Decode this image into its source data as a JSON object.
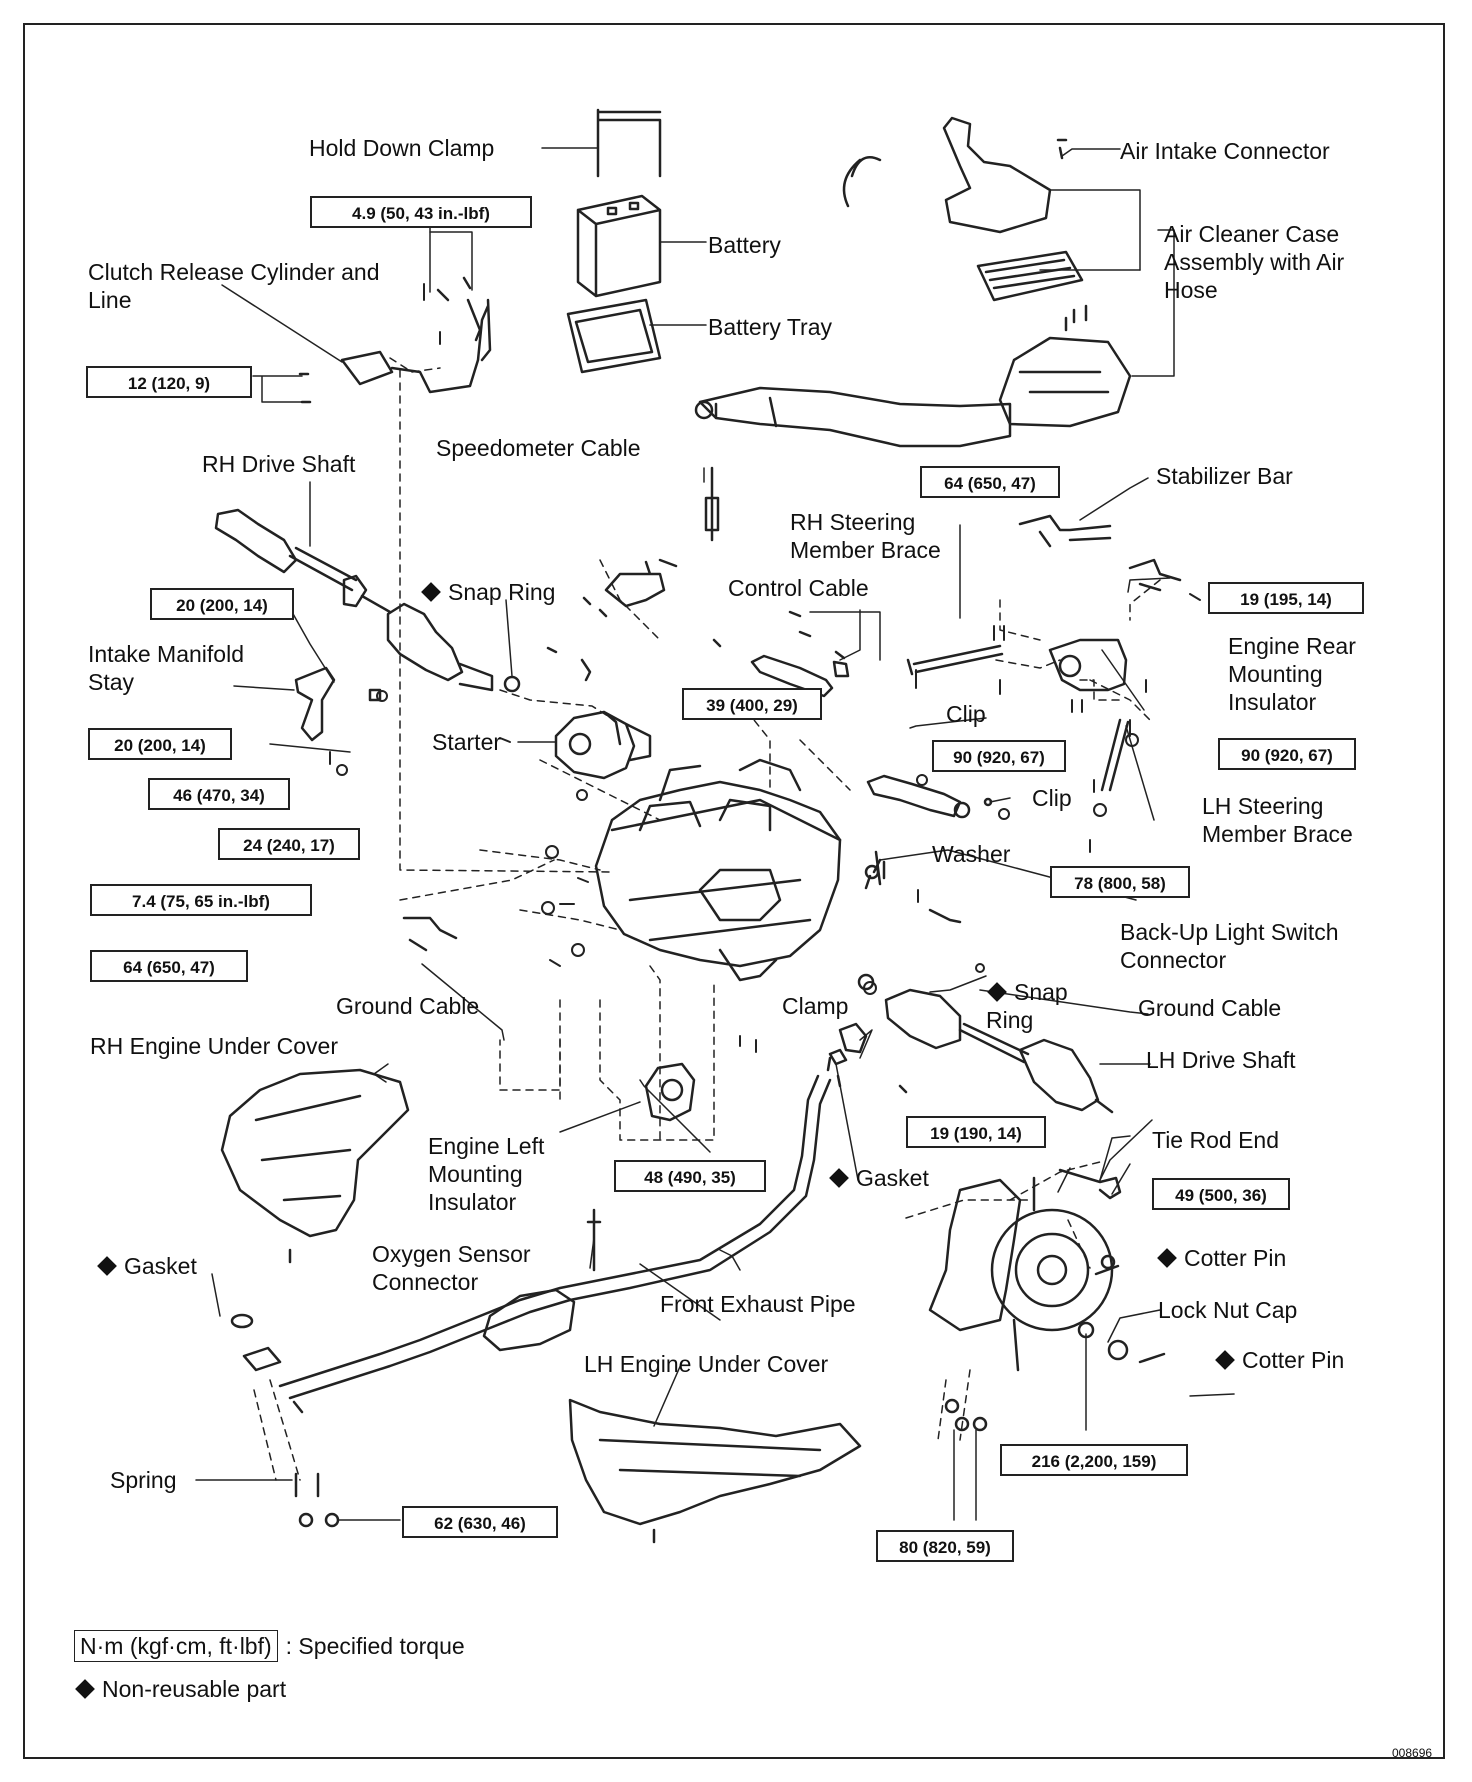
{
  "labels": {
    "hold_down_clamp": "Hold Down Clamp",
    "air_intake_connector": "Air Intake Connector",
    "battery": "Battery",
    "air_cleaner_case": "Air Cleaner Case Assembly with Air Hose",
    "clutch_release_cylinder": "Clutch Release Cylinder and Line",
    "battery_tray": "Battery Tray",
    "speedometer_cable": "Speedometer Cable",
    "rh_drive_shaft": "RH Drive Shaft",
    "stabilizer_bar": "Stabilizer Bar",
    "rh_steering_member_brace": "RH Steering Member Brace",
    "snap_ring_upper": "Snap Ring",
    "control_cable": "Control Cable",
    "intake_manifold_stay": "Intake Manifold Stay",
    "engine_rear_mounting_insulator": "Engine Rear Mounting Insulator",
    "clip_upper": "Clip",
    "starter": "Starter",
    "clip_lower": "Clip",
    "lh_steering_member_brace": "LH Steering Member Brace",
    "washer": "Washer",
    "backup_light_switch_connector": "Back-Up Light Switch Connector",
    "ground_cable_left": "Ground Cable",
    "snap_ring_lower": "Snap Ring",
    "ground_cable_right": "Ground Cable",
    "clamp": "Clamp",
    "rh_engine_under_cover": "RH Engine Under Cover",
    "lh_drive_shaft": "LH Drive Shaft",
    "engine_left_mounting_insulator": "Engine Left Mounting Insulator",
    "tie_rod_end": "Tie Rod End",
    "gasket_middle": "Gasket",
    "gasket_left": "Gasket",
    "oxygen_sensor_connector": "Oxygen Sensor Connector",
    "cotter_pin_upper": "Cotter Pin",
    "lock_nut_cap": "Lock Nut Cap",
    "front_exhaust_pipe": "Front Exhaust Pipe",
    "lh_engine_under_cover": "LH Engine Under Cover",
    "cotter_pin_lower": "Cotter Pin",
    "spring": "Spring"
  },
  "torques": {
    "t1": "4.9 (50, 43 in.-lbf)",
    "t2": "12 (120, 9)",
    "t3": "64 (650, 47)",
    "t4": "19 (195, 14)",
    "t5": "20 (200, 14)",
    "t6": "39 (400, 29)",
    "t7": "20 (200, 14)",
    "t8": "90 (920, 67)",
    "t9": "90 (920, 67)",
    "t10": "46 (470, 34)",
    "t11": "24 (240, 17)",
    "t12": "78 (800, 58)",
    "t13": "7.4 (75, 65 in.-lbf)",
    "t14": "64 (650, 47)",
    "t15": "19 (190, 14)",
    "t16": "48 (490, 35)",
    "t17": "49 (500, 36)",
    "t18": "216 (2,200, 159)",
    "t19": "62 (630, 46)",
    "t20": "80 (820, 59)"
  },
  "legend": {
    "torque_unit": "N·m (kgf·cm, ft·lbf)",
    "torque_desc": ": Specified torque",
    "nonreusable": "Non-reusable part"
  },
  "figure_code": "008696"
}
